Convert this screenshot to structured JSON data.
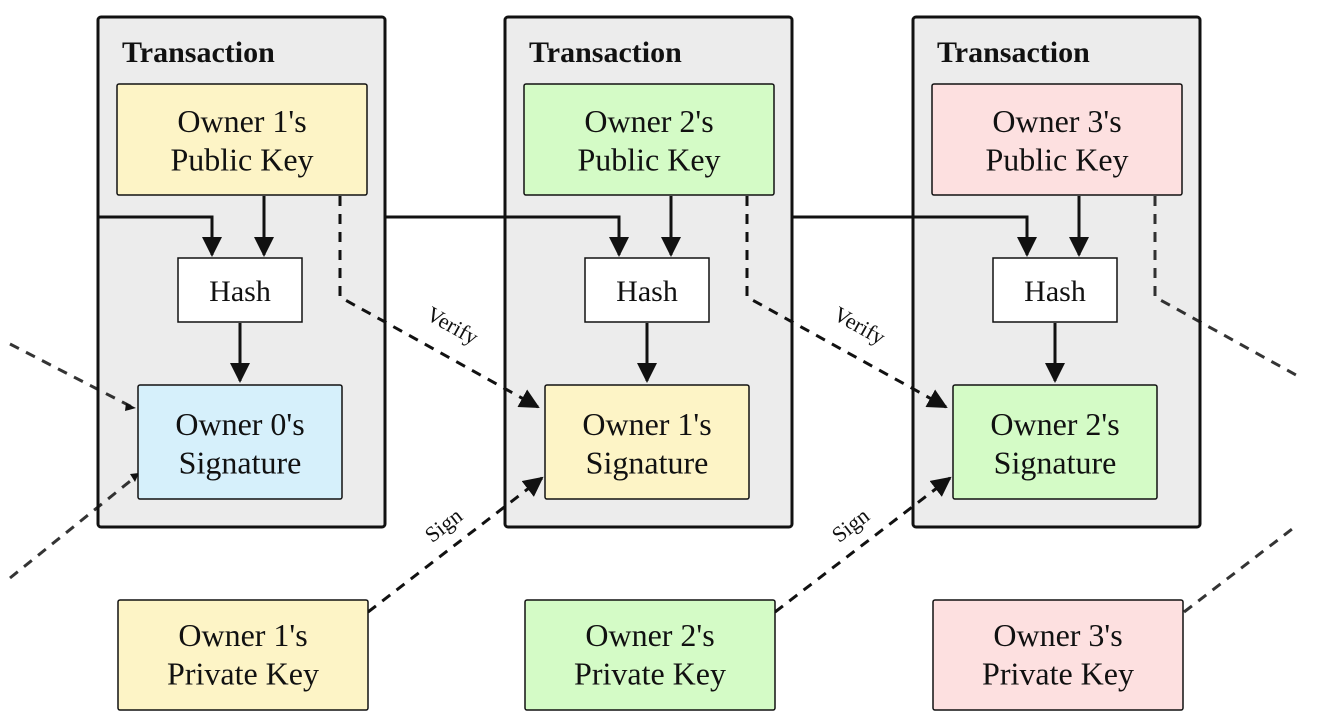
{
  "transaction_title": "Transaction",
  "hash_label": "Hash",
  "verify_label": "Verify",
  "sign_label": "Sign",
  "colors": {
    "owner0": "#d6f0fb",
    "owner1": "#fdf4c6",
    "owner2": "#d4fbc6",
    "owner3": "#fde0e0",
    "transaction_bg": "#ececec",
    "stroke": "#111111"
  },
  "transactions": [
    {
      "public_key": [
        "Owner 1's",
        "Public Key"
      ],
      "signature": [
        "Owner 0's",
        "Signature"
      ]
    },
    {
      "public_key": [
        "Owner 2's",
        "Public Key"
      ],
      "signature": [
        "Owner 1's",
        "Signature"
      ]
    },
    {
      "public_key": [
        "Owner 3's",
        "Public Key"
      ],
      "signature": [
        "Owner 2's",
        "Signature"
      ]
    }
  ],
  "private_keys": [
    [
      "Owner 1's",
      "Private Key"
    ],
    [
      "Owner 2's",
      "Private Key"
    ],
    [
      "Owner 3's",
      "Private Key"
    ]
  ]
}
